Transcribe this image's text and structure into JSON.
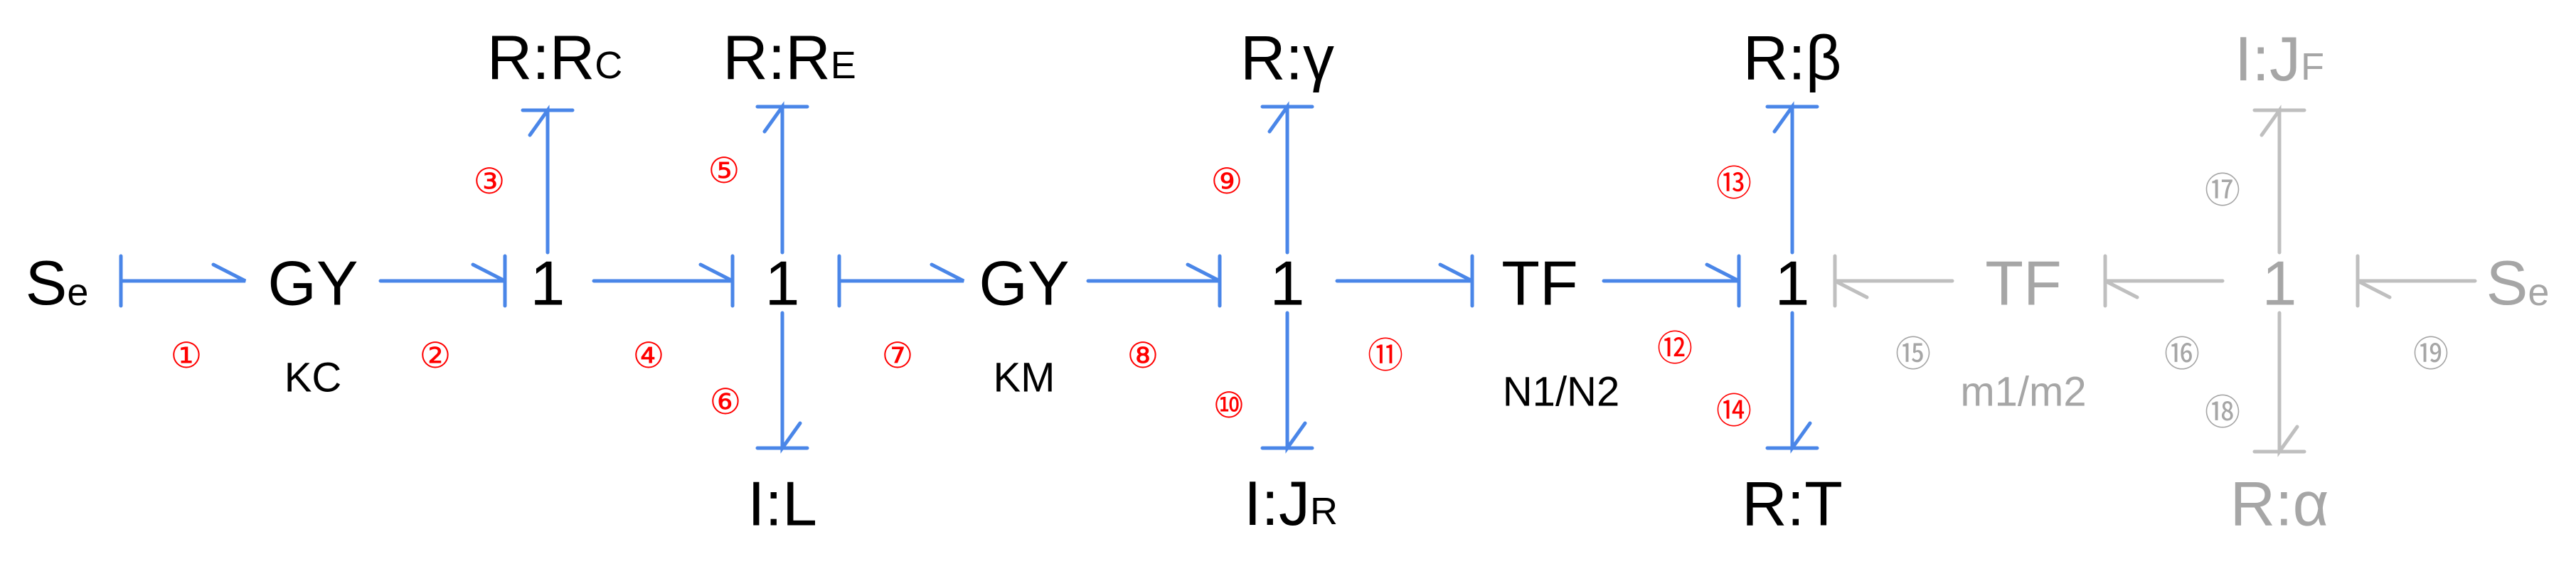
{
  "colors": {
    "text": "#000000",
    "faded": "#a6a6a6",
    "bond": "#4a86e8",
    "bond_faded": "#bfbfbf",
    "circle": "#ff0000",
    "circle_faded": "#a6a6a6"
  },
  "nodes": {
    "se_left": {
      "main": "S",
      "sub": "e"
    },
    "gy_1": {
      "main": "GY"
    },
    "j1_a": {
      "main": "1"
    },
    "j1_b": {
      "main": "1"
    },
    "gy_2": {
      "main": "GY"
    },
    "j1_c": {
      "main": "1"
    },
    "tf_1": {
      "main": "TF"
    },
    "j1_d": {
      "main": "1"
    },
    "tf_2": {
      "main": "TF"
    },
    "j1_e": {
      "main": "1"
    },
    "se_right": {
      "main": "S",
      "sub": "e"
    },
    "r_rc": {
      "main": "R:R",
      "sub": "C"
    },
    "r_re": {
      "main": "R:R",
      "sub": "E"
    },
    "r_gamma": {
      "main": "R:γ"
    },
    "r_beta": {
      "main": "R:β"
    },
    "i_jf": {
      "main": "I:J",
      "sub": "F"
    },
    "i_l": {
      "main": "I:L"
    },
    "i_jr": {
      "main": "I:J",
      "sub": "R"
    },
    "r_t": {
      "main": "R:T"
    },
    "r_alpha": {
      "main": "R:α"
    }
  },
  "params": {
    "kc": "KC",
    "km": "KM",
    "n1n2": "N1/N2",
    "m1m2": "m1/m2"
  },
  "bond_numbers": [
    "①",
    "②",
    "③",
    "④",
    "⑤",
    "⑥",
    "⑦",
    "⑧",
    "⑨",
    "⑩",
    "⑪",
    "⑫",
    "⑬",
    "⑭",
    "⑮",
    "⑯",
    "⑰",
    "⑱",
    "⑲"
  ]
}
